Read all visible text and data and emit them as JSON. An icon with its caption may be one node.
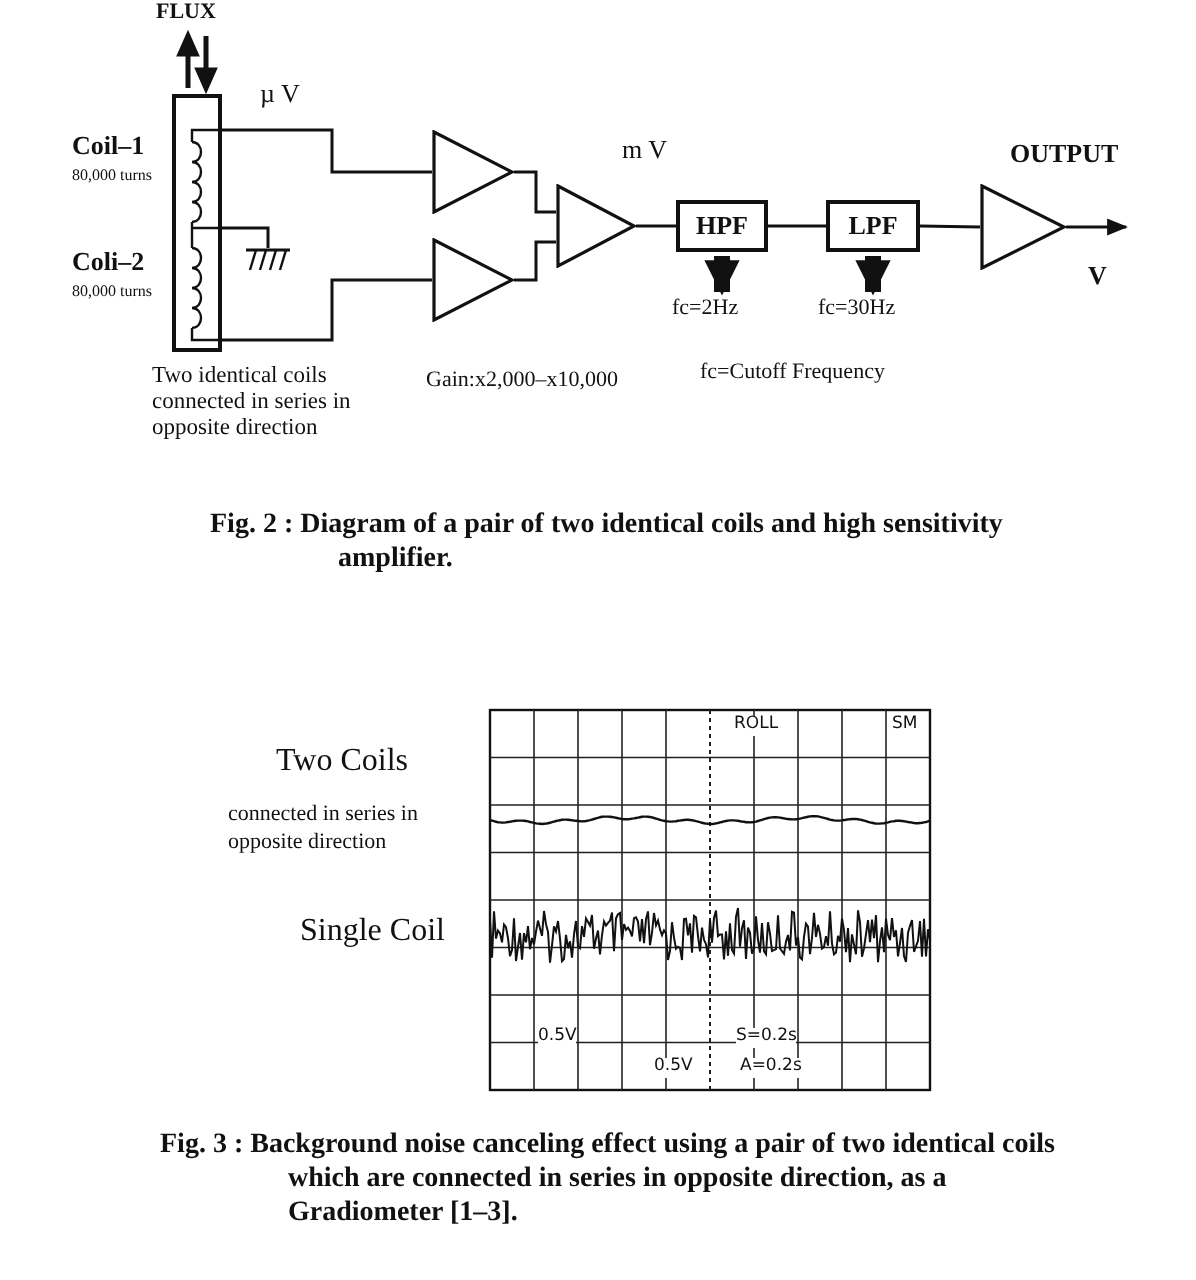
{
  "diagram": {
    "caption": "Fig. 2 : Diagram of a pair of two identical coils and high sensitivity amplifier.",
    "nodes": [
      {
        "text": [],
        "shape": "box",
        "beside": [
          "Coil–1",
          "80,000 turns",
          "Coli–2",
          "80,000 turns",
          "Two identical coils connected in series in opposite direction"
        ]
      },
      {
        "text": [],
        "shape": "ground"
      },
      {
        "text": [],
        "shape": "triangle"
      },
      {
        "text": [],
        "shape": "triangle"
      },
      {
        "text": [],
        "shape": "triangle"
      },
      {
        "text": [
          "HPF"
        ]
      },
      {
        "text": [
          "LPF"
        ]
      },
      {
        "text": [],
        "shape": "triangle",
        "beside": [
          "OUTPUT"
        ]
      },
      {
        "text": [
          "fc=2Hz"
        ]
      },
      {
        "text": [
          "fc=30Hz"
        ]
      }
    ],
    "edges": [
      {
        "from": 0,
        "to": 1,
        "arrow": "none"
      },
      {
        "from": 0,
        "to": 2,
        "arrow": "none"
      },
      {
        "from": 0,
        "to": 3,
        "arrow": "none"
      },
      {
        "from": 2,
        "to": 4,
        "arrow": "none"
      },
      {
        "from": 3,
        "to": 4,
        "arrow": "none"
      },
      {
        "from": 4,
        "to": 5,
        "arrow": "none"
      },
      {
        "from": 5,
        "to": 6,
        "arrow": "none"
      },
      {
        "from": 6,
        "to": 7,
        "arrow": "none"
      },
      {
        "from": 7,
        "to": null,
        "arrow": "to"
      },
      {
        "from": 5,
        "to": 8,
        "arrow": "to",
        "style": "thick"
      },
      {
        "from": 6,
        "to": 9,
        "arrow": "to",
        "style": "thick"
      }
    ],
    "labels": [
      "FLUX",
      "µ V",
      "m V",
      "V",
      "Gain:x2,000–x10,000",
      "fc=Cutoff Frequency",
      "Two Coils",
      "connected in series in opposite direction",
      "Single Coil",
      "ROLL",
      "SM",
      "0.5V",
      "0.5V",
      "S=0.2s",
      "A=0.2s",
      "Fig. 3 : Background noise canceling effect using a pair of two identical coils which are connected in series in opposite direction, as a Gradiometer [1–3]."
    ]
  }
}
